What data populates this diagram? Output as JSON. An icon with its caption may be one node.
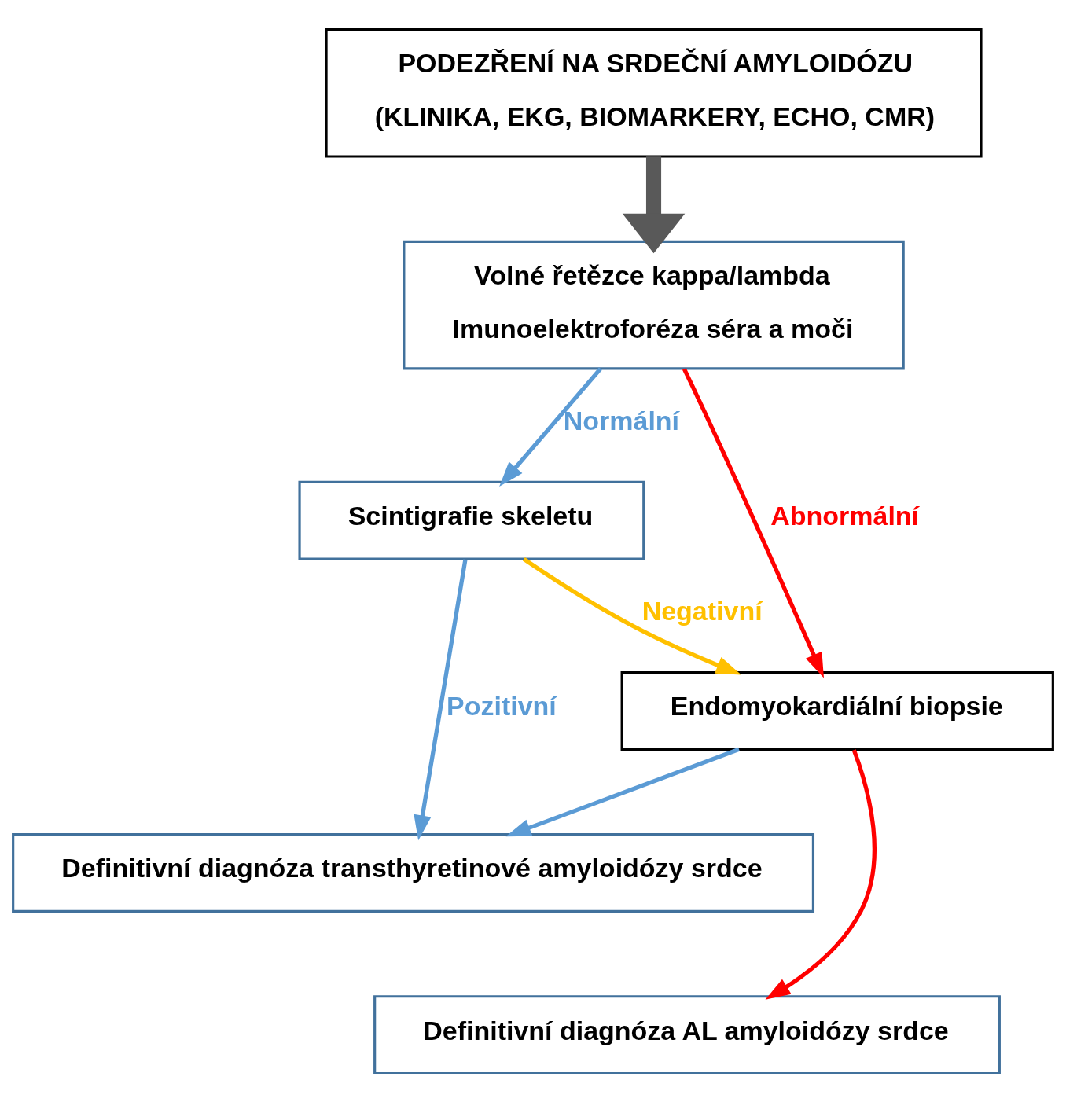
{
  "diagram": {
    "nodes": [
      {
        "text": [
          "PODEZŘENÍ NA SRDEČNÍ AMYLOIDÓZU",
          "(KLINIKA, EKG, BIOMARKERY, ECHO, CMR)"
        ]
      },
      {
        "text": [
          "Volné řetězce kappa/lambda",
          "Imunoelektroforéza séra a moči"
        ]
      },
      {
        "text": [
          "Scintigrafie skeletu"
        ]
      },
      {
        "text": [
          "Endomyokardiální biopsie"
        ]
      },
      {
        "text": [
          "Definitivní diagnóza transthyretinové amyloidózy srdce"
        ]
      },
      {
        "text": [
          "Definitivní diagnóza AL amyloidózy srdce"
        ]
      }
    ],
    "edges": [
      {
        "from": 0,
        "to": 1,
        "arrow": "to",
        "style": "thick",
        "color": "#595959"
      },
      {
        "from": 1,
        "to": 3,
        "arrow": "to",
        "label": "Abnormální",
        "color": "#ff0000"
      },
      {
        "from": 1,
        "to": 2,
        "arrow": "to",
        "label": "Normální"
      },
      {
        "from": 2,
        "to": 4,
        "arrow": "to",
        "label": "Pozitivní"
      },
      {
        "from": 2,
        "to": 3,
        "arrow": "to",
        "label": "Negativní",
        "color": "#ffc000"
      },
      {
        "from": 3,
        "to": 4,
        "arrow": "to"
      },
      {
        "from": 3,
        "to": 5,
        "arrow": "to",
        "color": "#ff0000"
      }
    ]
  }
}
